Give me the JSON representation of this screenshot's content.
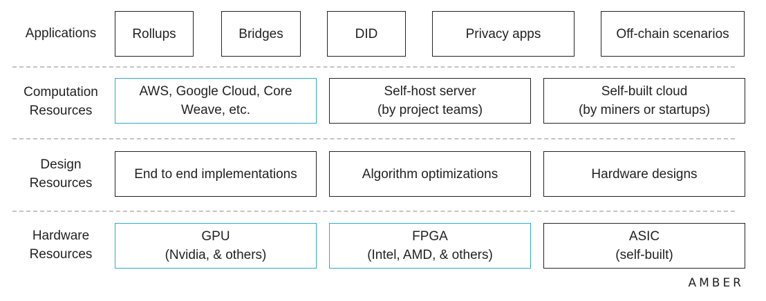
{
  "rows": {
    "applications": {
      "label": [
        "Applications"
      ],
      "boxes": [
        [
          "Rollups"
        ],
        [
          "Bridges"
        ],
        [
          "DID"
        ],
        [
          "Privacy apps"
        ],
        [
          "Off-chain scenarios"
        ]
      ]
    },
    "computation": {
      "label": [
        "Computation",
        "Resources"
      ],
      "boxes": [
        [
          "AWS, Google Cloud, Core",
          "Weave, etc."
        ],
        [
          "Self-host server",
          "(by project teams)"
        ],
        [
          "Self-built cloud",
          "(by miners or startups)"
        ]
      ]
    },
    "design": {
      "label": [
        "Design",
        "Resources"
      ],
      "boxes": [
        [
          "End to end implementations"
        ],
        [
          "Algorithm optimizations"
        ],
        [
          "Hardware designs"
        ]
      ]
    },
    "hardware": {
      "label": [
        "Hardware",
        "Resources"
      ],
      "boxes": [
        [
          "GPU",
          "(Nvidia, & others)"
        ],
        [
          "FPGA",
          "(Intel, AMD, & others)"
        ],
        [
          "ASIC",
          "(self-built)"
        ]
      ]
    }
  },
  "colors": {
    "highlight_border": "#2fa8c8",
    "default_border": "#222222",
    "separator": "#c4c4c4"
  },
  "logo": "AMBER"
}
